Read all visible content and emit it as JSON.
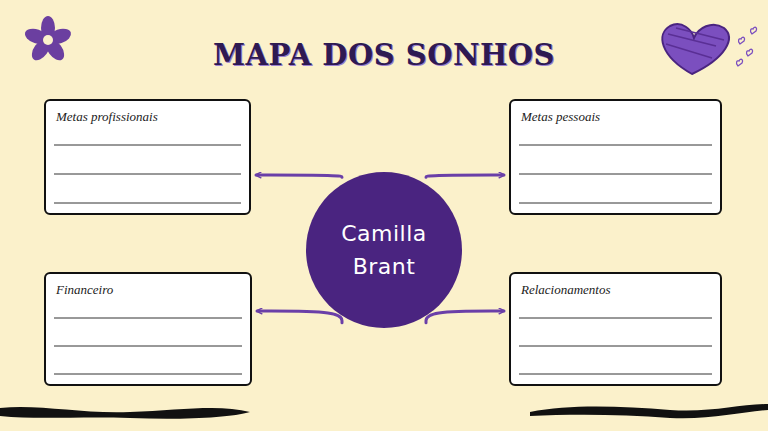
{
  "diagram": {
    "title": "MAPA DOS SONHOS",
    "nodes": [
      {
        "text": [
          "Metas profissionais"
        ]
      },
      {
        "text": [
          "Metas pessoais"
        ]
      },
      {
        "text": [
          "Camilla Brant"
        ]
      },
      {
        "text": [
          "Financeiro"
        ]
      },
      {
        "text": [
          "Relacionamentos"
        ]
      }
    ],
    "edges": [
      {
        "from": 2,
        "to": 0,
        "arrow": "to"
      },
      {
        "from": 2,
        "to": 1,
        "arrow": "to"
      },
      {
        "from": 2,
        "to": 3,
        "arrow": "to"
      },
      {
        "from": 2,
        "to": 4,
        "arrow": "to"
      }
    ]
  }
}
